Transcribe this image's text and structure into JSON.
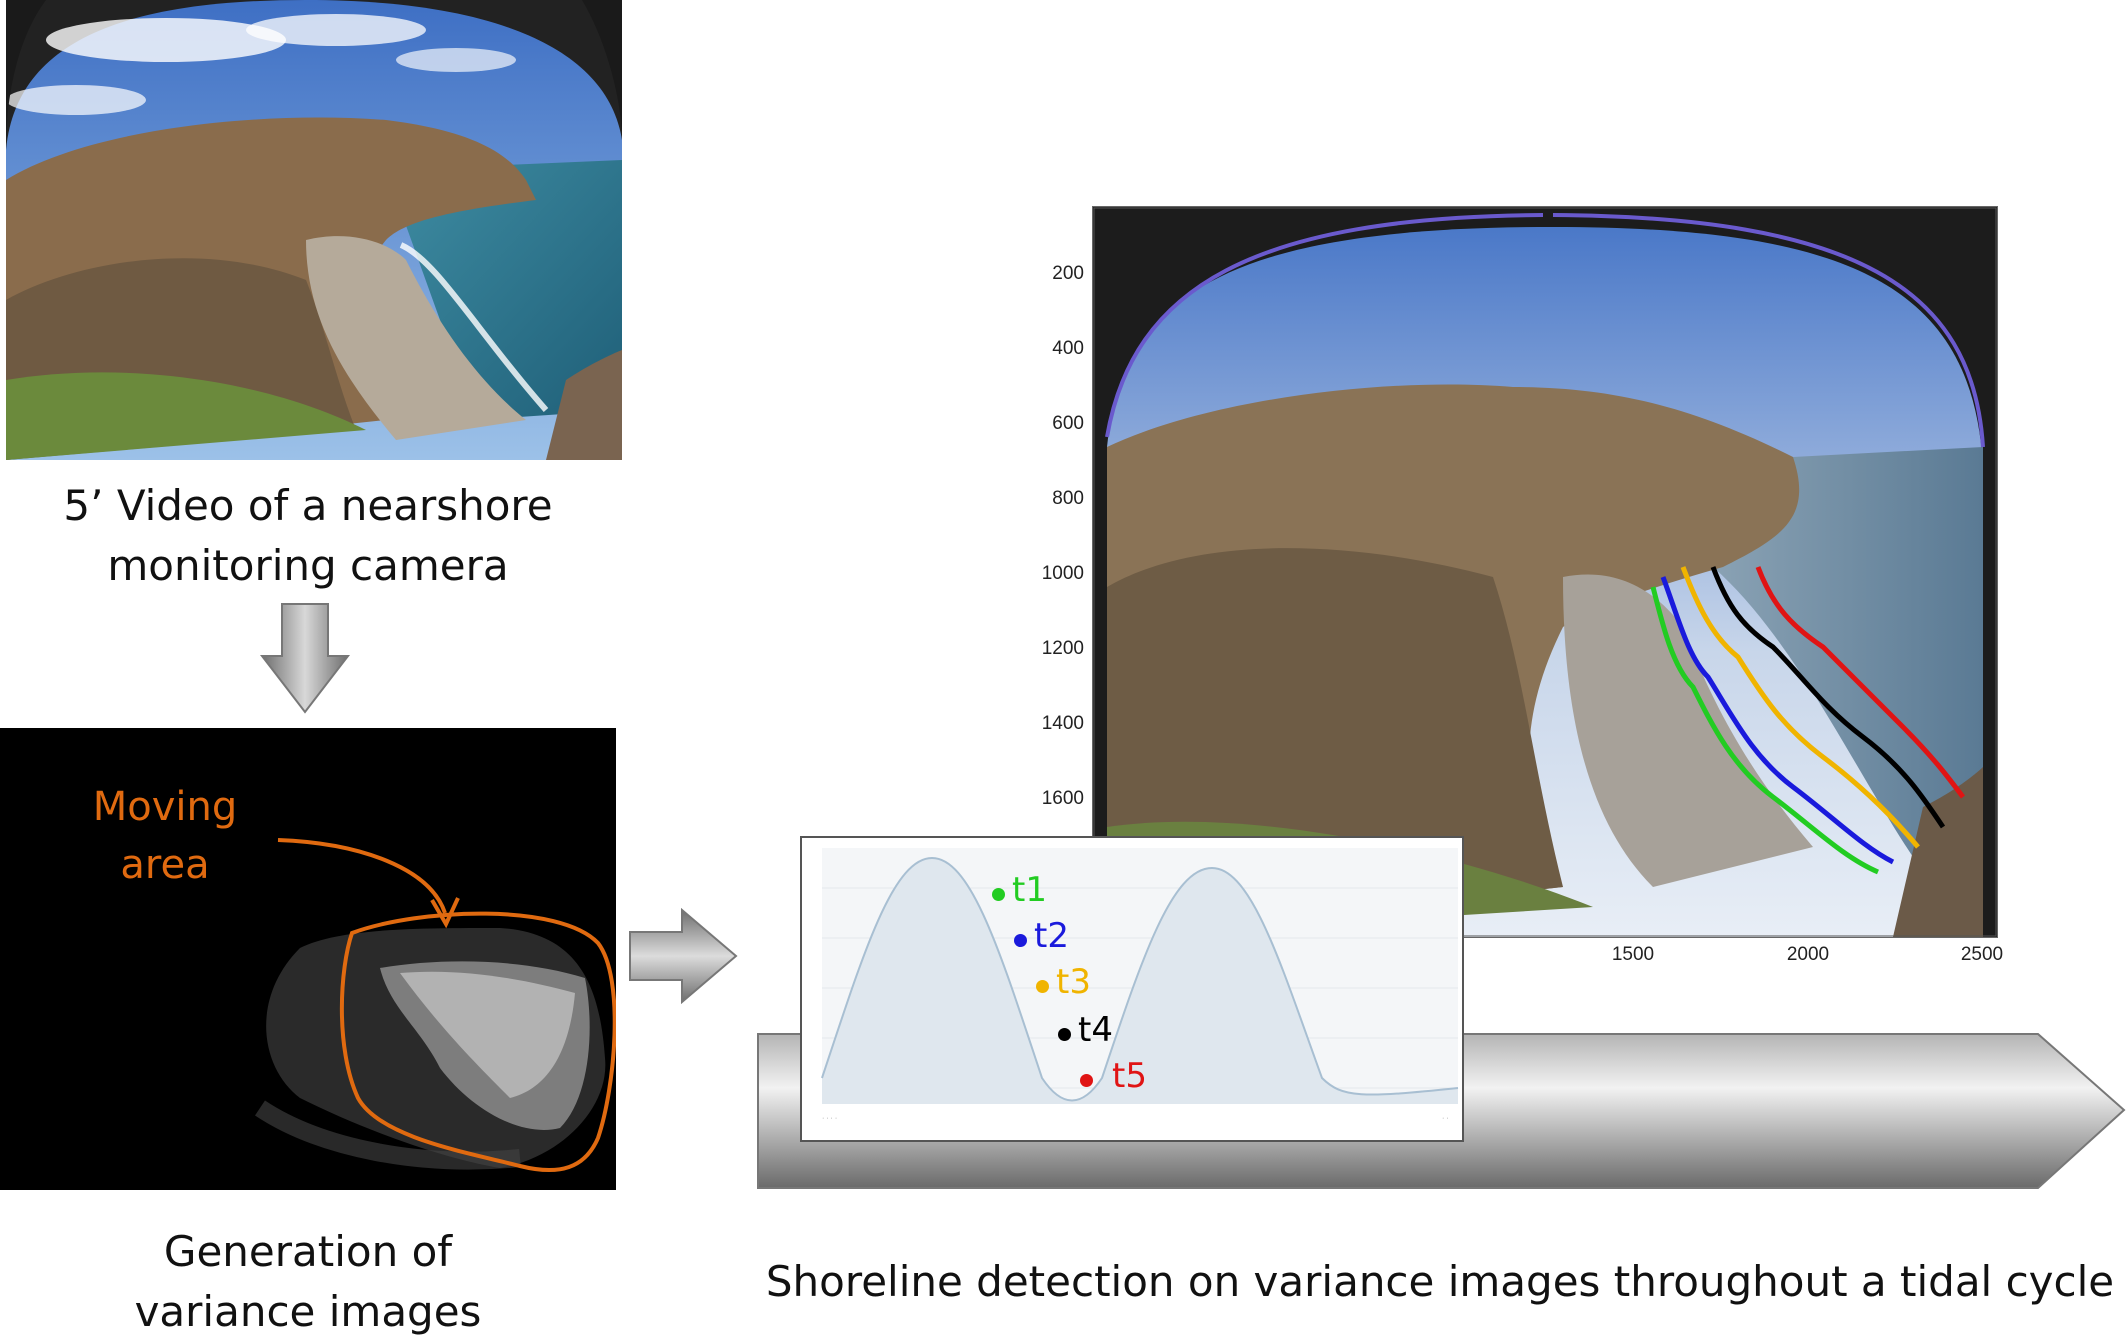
{
  "step1": {
    "caption_line1": "5’ Video of a nearshore",
    "caption_line2": "monitoring camera"
  },
  "step2": {
    "moving_label_line1": "Moving",
    "moving_label_line2": "area",
    "caption_line1": "Generation of",
    "caption_line2": "variance images"
  },
  "step3": {
    "caption": "Shoreline detection on variance images throughout a tidal cycle",
    "y_ticks": [
      "200",
      "400",
      "600",
      "800",
      "1000",
      "1200",
      "1400",
      "1600"
    ],
    "x_ticks": [
      "1500",
      "2000",
      "2500"
    ]
  },
  "tide_markers": [
    {
      "label": "t1",
      "color": "#22cc22"
    },
    {
      "label": "t2",
      "color": "#1a1adc"
    },
    {
      "label": "t3",
      "color": "#f0b400"
    },
    {
      "label": "t4",
      "color": "#000000"
    },
    {
      "label": "t5",
      "color": "#e01414"
    }
  ],
  "colors": {
    "moving_area": "#e06a10",
    "arrow_gray": "#9a9a9a"
  }
}
